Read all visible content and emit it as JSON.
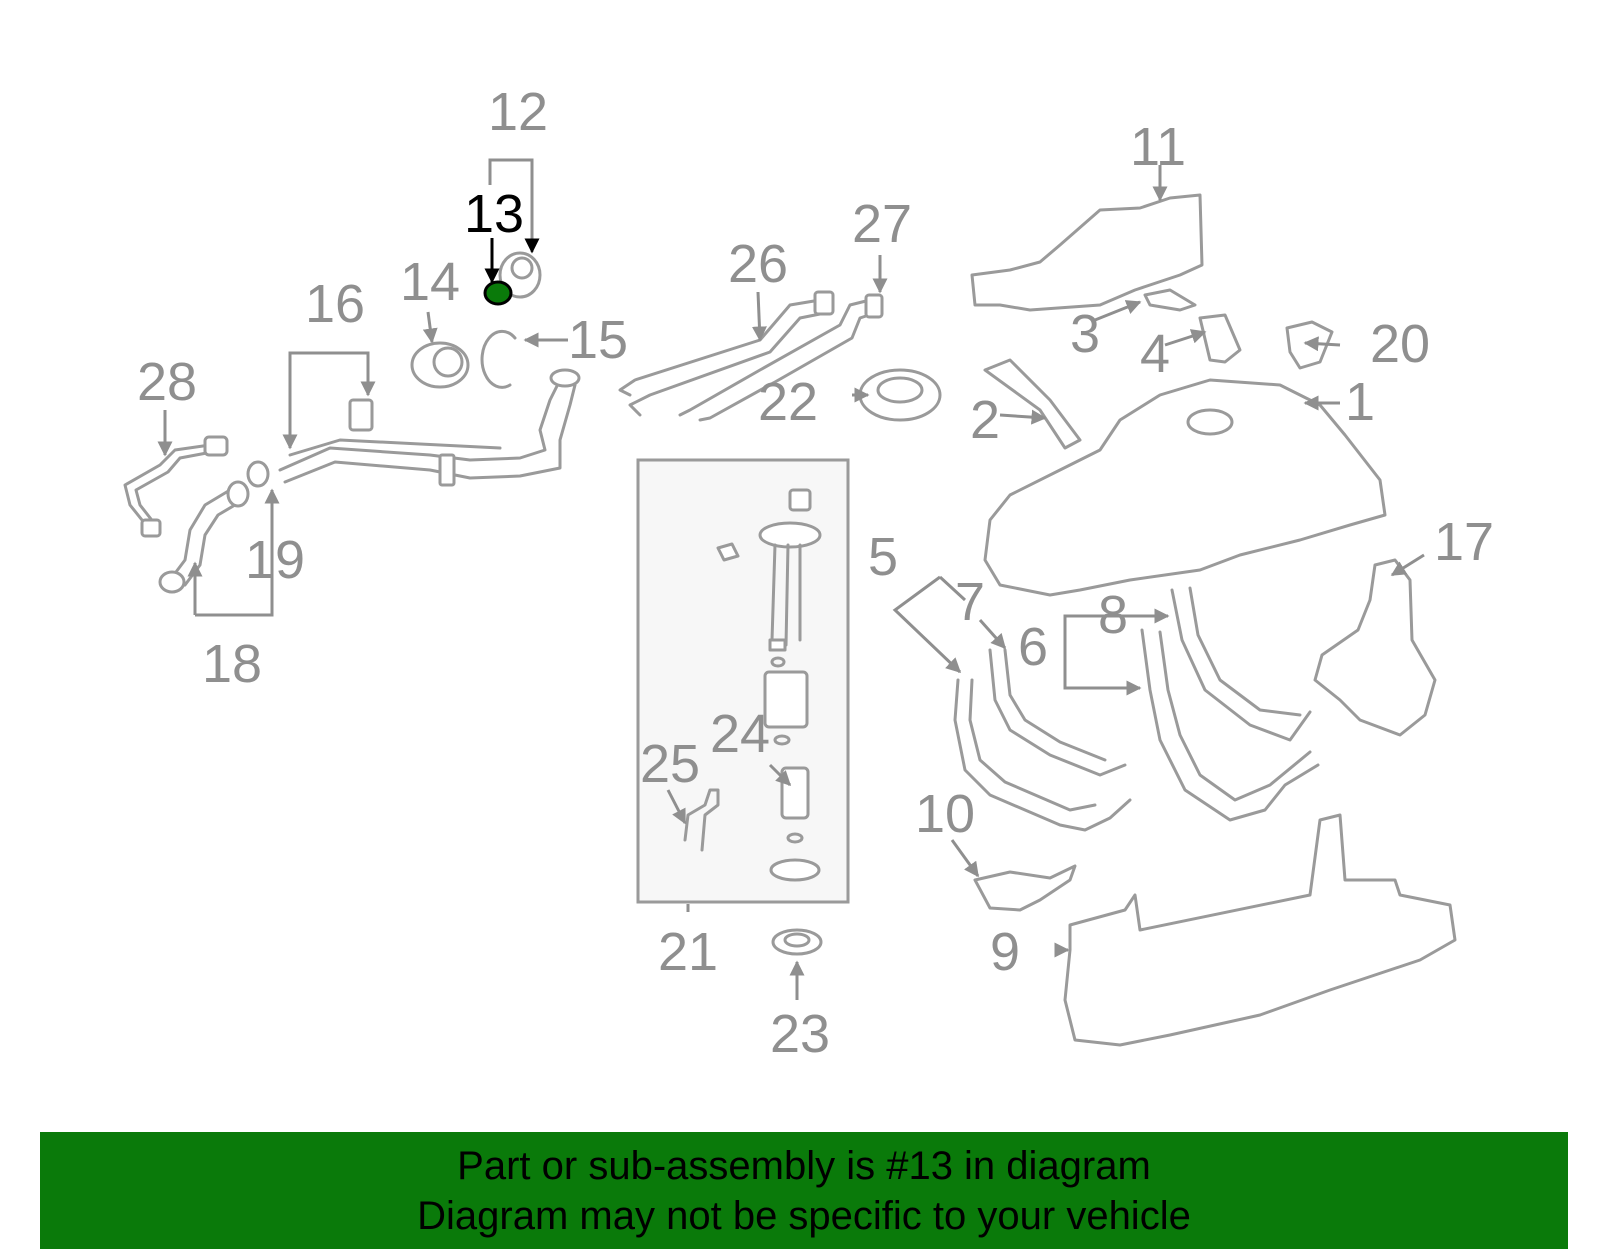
{
  "diagram": {
    "highlighted_part": "13",
    "highlight_color": "#0a7a0a",
    "callouts": [
      "1",
      "2",
      "3",
      "4",
      "5",
      "6",
      "7",
      "8",
      "9",
      "10",
      "11",
      "12",
      "13",
      "14",
      "15",
      "16",
      "17",
      "18",
      "19",
      "20",
      "21",
      "22",
      "23",
      "24",
      "25",
      "26",
      "27",
      "28"
    ]
  },
  "banner": {
    "line1": "Part or sub-assembly is #13 in diagram",
    "line2": "Diagram may not be specific to your vehicle",
    "background": "#0a7a0a"
  }
}
